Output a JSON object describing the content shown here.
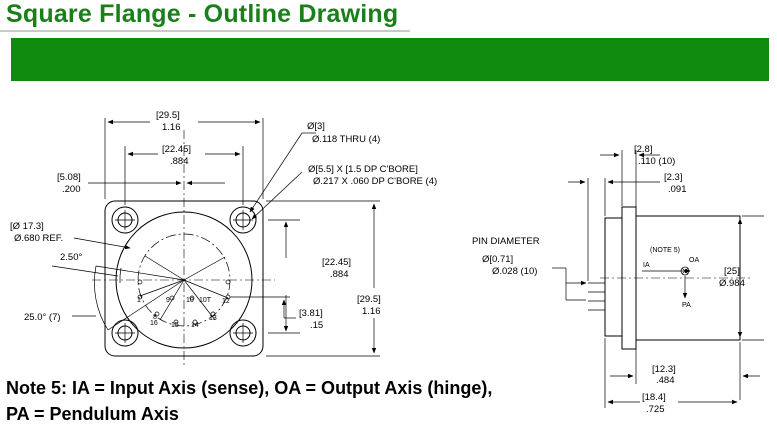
{
  "title": "Square Flange - Outline Drawing",
  "note": {
    "line1": "Note 5: IA = Input Axis (sense), OA = Output Axis (hinge),",
    "line2": "PA = Pendulum Axis"
  },
  "front_view": {
    "dims": [
      {
        "id": "width_mm",
        "text": "[29.5]"
      },
      {
        "id": "width_in",
        "text": "1.16"
      },
      {
        "id": "hole_spacing_mm",
        "text": "[22.45]"
      },
      {
        "id": "hole_spacing_in",
        "text": ".884"
      },
      {
        "id": "offset_mm",
        "text": "[5.08]"
      },
      {
        "id": "offset_in",
        "text": ".200"
      },
      {
        "id": "hole_dia_mm",
        "text": "Ø[3]"
      },
      {
        "id": "hole_dia_in",
        "text": "Ø.118 THRU (4)"
      },
      {
        "id": "cbore_mm",
        "text": "Ø[5.5] X [1.5 DP C'BORE]"
      },
      {
        "id": "cbore_in",
        "text": "Ø.217 X .060 DP C'BORE (4)"
      },
      {
        "id": "ref_dia_mm",
        "text": "[Ø 17.3]"
      },
      {
        "id": "ref_dia_in",
        "text": "Ø.680 REF."
      },
      {
        "id": "angle_small",
        "text": "2.50°"
      },
      {
        "id": "angle_large",
        "text": "25.0° (7)"
      },
      {
        "id": "v_spacing_mm",
        "text": "[22.45]"
      },
      {
        "id": "v_spacing_in",
        "text": ".884"
      },
      {
        "id": "height_mm",
        "text": "[29.5]"
      },
      {
        "id": "height_in",
        "text": "1.16"
      },
      {
        "id": "pin_offset_mm",
        "text": "[3.81]"
      },
      {
        "id": "pin_offset_in",
        "text": ".15"
      }
    ],
    "pins": [
      {
        "id": "pin-1",
        "text": "1"
      },
      {
        "id": "pin-8",
        "text": "8"
      },
      {
        "id": "pin-9",
        "text": "9"
      },
      {
        "id": "pin-10",
        "text": "10"
      },
      {
        "id": "pin-10t",
        "text": "10T"
      },
      {
        "id": "pin-12",
        "text": "12"
      },
      {
        "id": "pin-13",
        "text": "13"
      },
      {
        "id": "pin-14",
        "text": "14"
      },
      {
        "id": "pin-15",
        "text": "15"
      },
      {
        "id": "pin-16",
        "text": "16"
      }
    ]
  },
  "side_view": {
    "dims": [
      {
        "id": "flange_thk_mm",
        "text": "[2.8]"
      },
      {
        "id": "flange_thk_in",
        "text": ".110 (10)"
      },
      {
        "id": "pin_len_mm",
        "text": "[2.3]"
      },
      {
        "id": "pin_len_in",
        "text": ".091"
      },
      {
        "id": "pin_dia_label",
        "text": "PIN DIAMETER"
      },
      {
        "id": "pin_dia_mm",
        "text": "Ø[0.71]"
      },
      {
        "id": "pin_dia_in",
        "text": "Ø.028 (10)"
      },
      {
        "id": "note5",
        "text": "(NOTE 5)"
      },
      {
        "id": "ia",
        "text": "IA"
      },
      {
        "id": "oa",
        "text": "OA"
      },
      {
        "id": "pa",
        "text": "PA"
      },
      {
        "id": "dia_mm",
        "text": "[25]"
      },
      {
        "id": "dia_in",
        "text": "Ø.984"
      },
      {
        "id": "body_len_mm",
        "text": "[12.3]"
      },
      {
        "id": "body_len_in",
        "text": ".484"
      },
      {
        "id": "total_len_mm",
        "text": "[18.4]"
      },
      {
        "id": "total_len_in",
        "text": ".725"
      }
    ]
  },
  "colors": {
    "title": "#1a7f1a",
    "banner": "#0f8a0f"
  }
}
